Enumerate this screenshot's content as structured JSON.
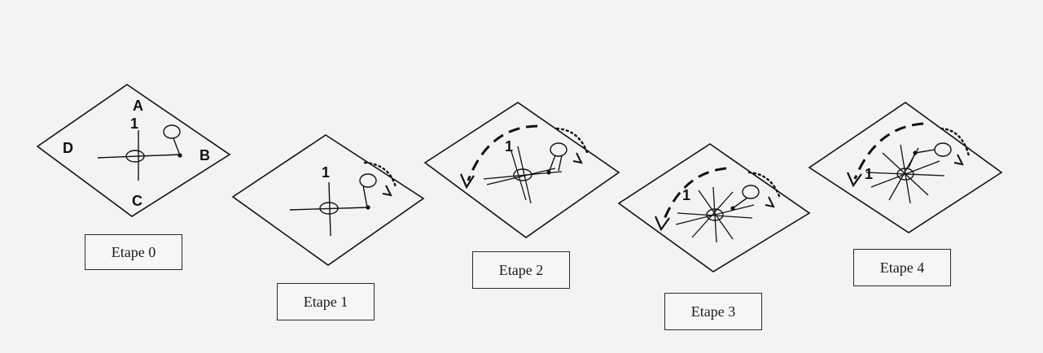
{
  "diagram": {
    "corner_labels": {
      "a": "A",
      "b": "B",
      "c": "C",
      "d": "D"
    },
    "stick_number": "1",
    "steps": [
      {
        "label": "Etape 0"
      },
      {
        "label": "Etape 1"
      },
      {
        "label": "Etape 2"
      },
      {
        "label": "Etape 3"
      },
      {
        "label": "Etape 4"
      }
    ],
    "colors": {
      "ink": "#111111",
      "background": "#f3f3f1"
    }
  }
}
